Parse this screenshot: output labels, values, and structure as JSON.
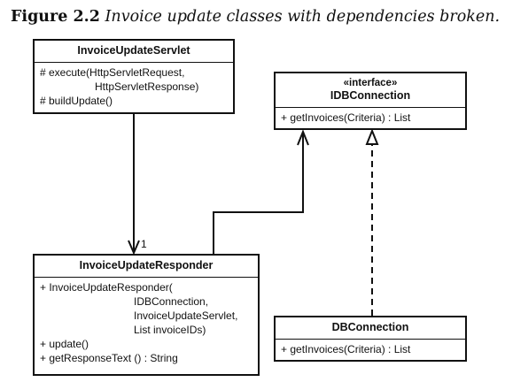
{
  "caption": {
    "label": "Figure 2.2",
    "text": "Invoice update classes with dependencies broken."
  },
  "classes": {
    "servlet": {
      "name": "InvoiceUpdateServlet",
      "ops": [
        "# execute(HttpServletRequest,",
        "HttpServletResponse)",
        "# buildUpdate()"
      ]
    },
    "idb": {
      "stereotype": "«interface»",
      "name": "IDBConnection",
      "ops": [
        "+ getInvoices(Criteria) : List"
      ]
    },
    "responder": {
      "name": "InvoiceUpdateResponder",
      "ops": [
        "+ InvoiceUpdateResponder(",
        "IDBConnection,",
        "InvoiceUpdateServlet,",
        "List invoiceIDs)",
        "+ update()",
        "+ getResponseText () : String"
      ]
    },
    "db": {
      "name": "DBConnection",
      "ops": [
        "+ getInvoices(Criteria) : List"
      ]
    }
  },
  "association": {
    "multiplicity": "1"
  }
}
